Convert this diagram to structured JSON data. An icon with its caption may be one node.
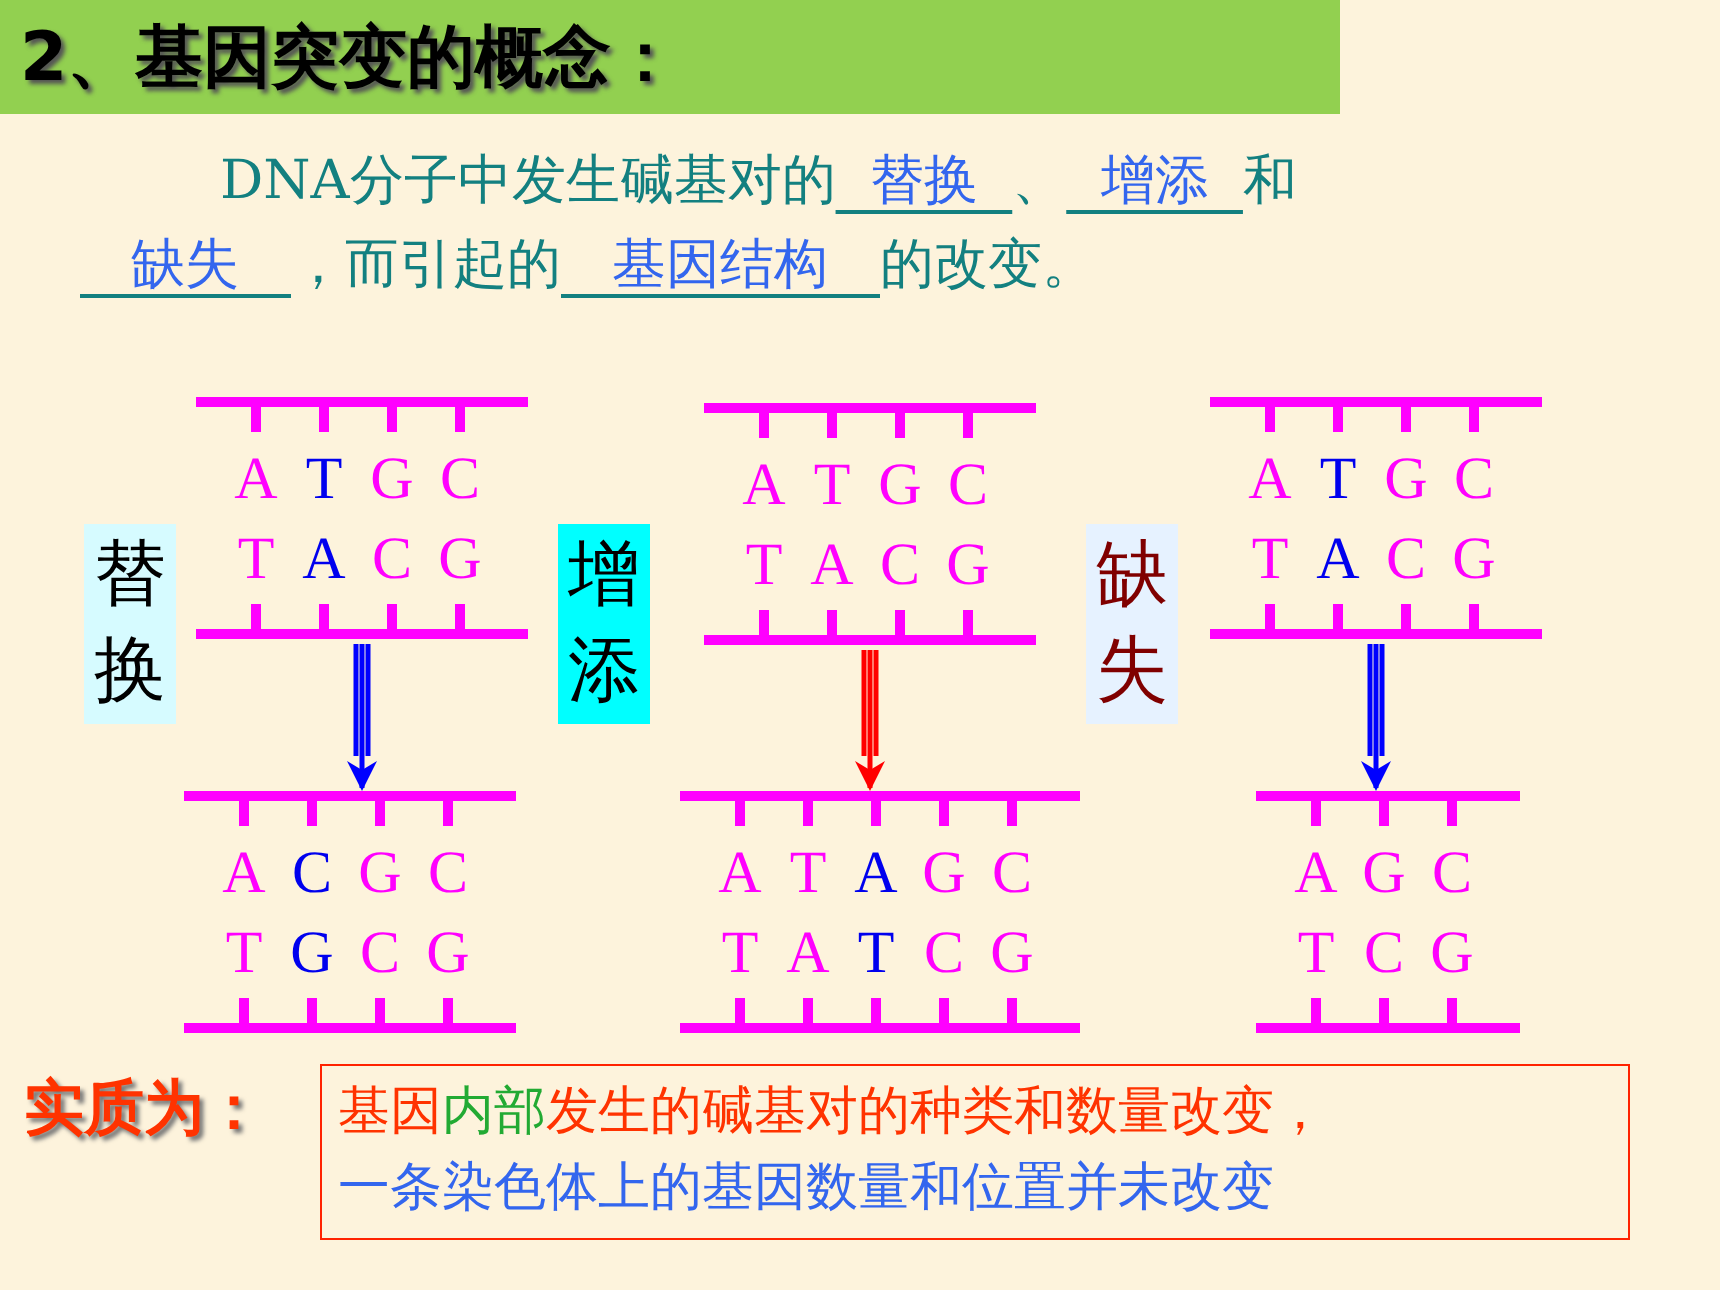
{
  "diagram": {
    "title": "2、基因突变的概念：",
    "nodes": [
      {
        "text": [
          "替换"
        ]
      },
      {
        "text": [
          "A",
          "T",
          "G",
          "C",
          "T",
          "A",
          "C",
          "G"
        ]
      },
      {
        "text": [
          "增添"
        ]
      },
      {
        "text": [
          "A",
          "T",
          "G",
          "C",
          "T",
          "A",
          "C",
          "G"
        ]
      },
      {
        "text": [
          "缺失"
        ]
      },
      {
        "text": [
          "A",
          "T",
          "G",
          "C",
          "T",
          "A",
          "C",
          "G"
        ]
      },
      {
        "text": [
          "A",
          "C",
          "G",
          "C",
          "T",
          "G",
          "C",
          "G"
        ]
      },
      {
        "text": [
          "A",
          "T",
          "A",
          "G",
          "C",
          "T",
          "A",
          "T",
          "C",
          "G"
        ]
      },
      {
        "text": [
          "A",
          "G",
          "C",
          "T",
          "C",
          "G"
        ]
      },
      {
        "text": [
          "基因内部发生的碱基对的种类和数量改变，",
          "一条染色体上的基因数量和位置并未改变"
        ]
      }
    ],
    "edges": [
      {
        "from": 1,
        "to": 6,
        "arrow": "to"
      },
      {
        "from": 3,
        "to": 7,
        "arrow": "to",
        "color": "#ff0000"
      },
      {
        "from": 5,
        "to": 8,
        "arrow": "to"
      }
    ],
    "labels": [
      "DNA分子中发生碱基对的",
      "替换",
      "、",
      "增添",
      "和",
      "缺失",
      "，而引起的",
      "基因结构",
      "的改变。",
      "实质为："
    ]
  }
}
